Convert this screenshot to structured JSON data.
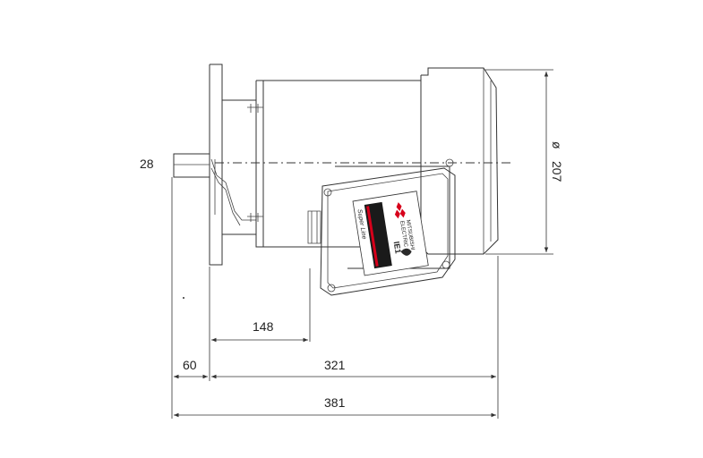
{
  "dimensions": {
    "shaft_extension": "28",
    "flange_to_box": "148",
    "shaft_length": "60",
    "body_length": "321",
    "overall_length": "381",
    "diameter_symbol": "ø",
    "diameter_value": "207"
  },
  "nameplate": {
    "brand_line1": "MITSUBISHI",
    "brand_line2": "ELECTRIC",
    "series": "Super Line",
    "model": "IE1"
  },
  "colors": {
    "line": "#333333",
    "logo_red": "#d7001b",
    "label_dark": "#222222"
  }
}
